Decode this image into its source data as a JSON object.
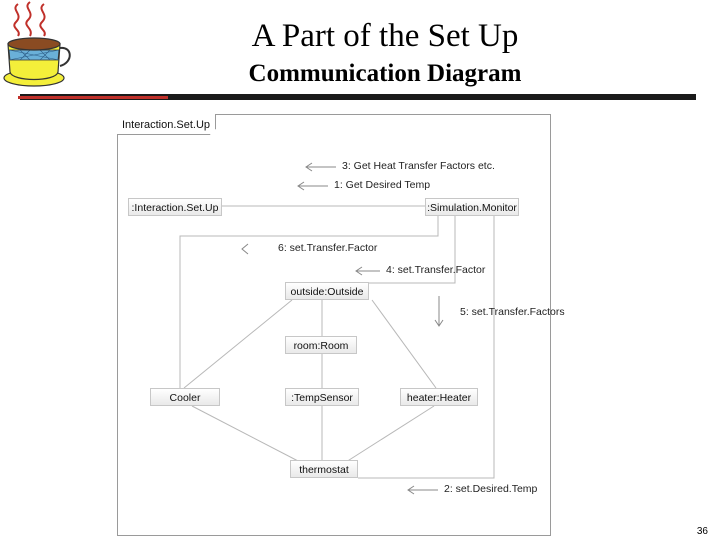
{
  "slide": {
    "title": "A Part of the Set Up",
    "subtitle": "Communication Diagram",
    "page_number": "36"
  },
  "diagram": {
    "frame_label": "Interaction.Set.Up",
    "nodes": {
      "interaction_setup": ":Interaction.Set.Up",
      "simulation_monitor": ":Simulation.Monitor",
      "outside": "outside:Outside",
      "room": "room:Room",
      "cooler": "Cooler",
      "temp_sensor": ":TempSensor",
      "heater": "heater:Heater",
      "thermostat": "thermostat"
    },
    "messages": {
      "m3": "3: Get Heat Transfer Factors etc.",
      "m1": "1: Get Desired Temp",
      "m6": "6: set.Transfer.Factor",
      "m4": "4: set.Transfer.Factor",
      "m5": "5: set.Transfer.Factors",
      "m2": "2: set.Desired.Temp"
    }
  },
  "colors": {
    "rule": "#1a1a1a",
    "accent_red": "#c0302a",
    "line": "#b8b8b8"
  }
}
